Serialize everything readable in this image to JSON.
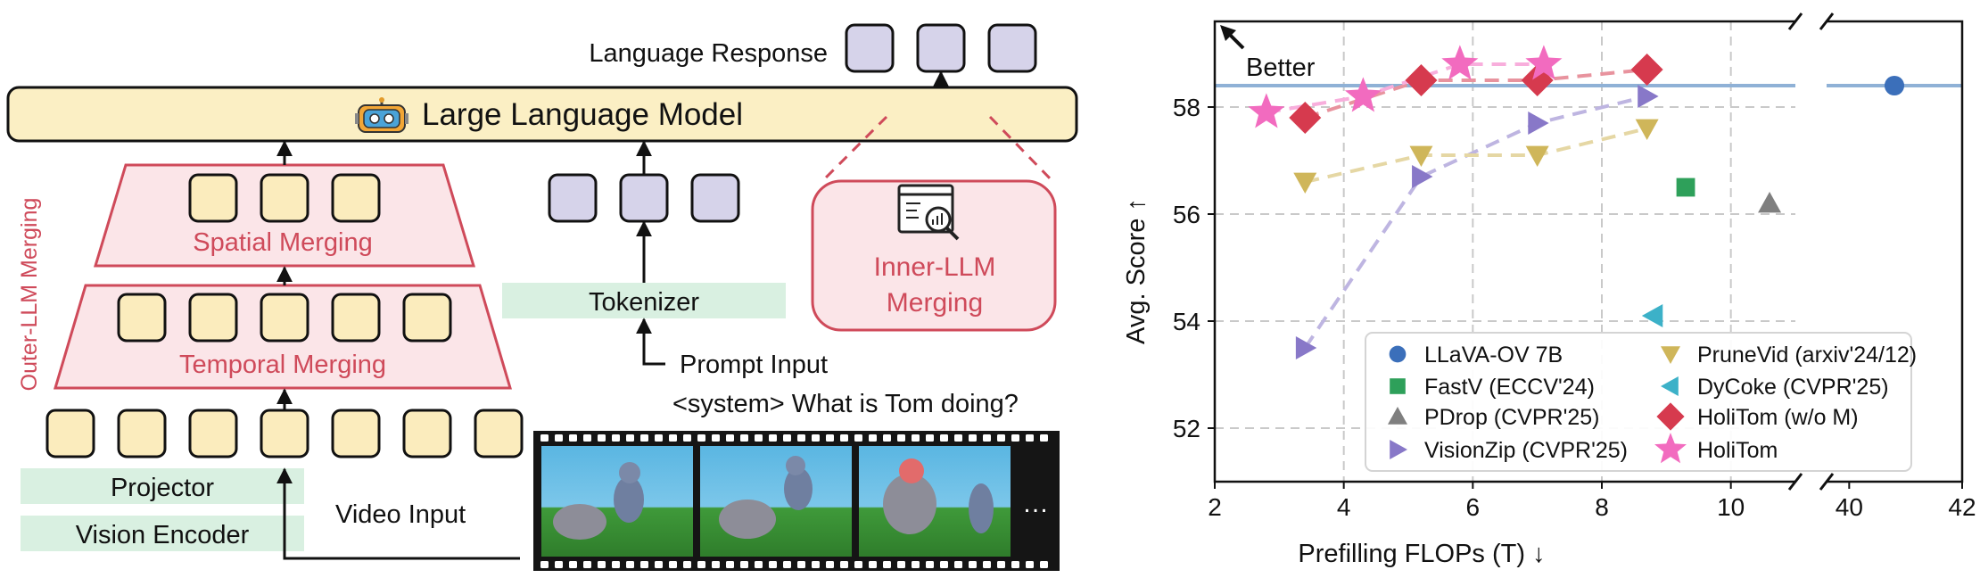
{
  "diagram": {
    "language_response": "Language Response",
    "llm_label": "Large Language Model",
    "side_label": "Outer-LLM Merging",
    "spatial_merging": "Spatial Merging",
    "temporal_merging": "Temporal Merging",
    "tokenizer": "Tokenizer",
    "inner_llm_line1": "Inner-LLM",
    "inner_llm_line2": "Merging",
    "prompt_input": "Prompt Input",
    "prompt_text": "<system> What is Tom doing?",
    "projector": "Projector",
    "vision_encoder": "Vision Encoder",
    "video_input": "Video Input",
    "film_more": "…",
    "icons": [
      "robot-icon",
      "data-analysis-icon",
      "film-strip"
    ],
    "colors": {
      "token_yellow": "#fbecbd",
      "token_purple": "#d6d3ea",
      "llm_fill": "#fbefc4",
      "merge_red": "#cf4a5a",
      "merge_fill": "#fbe5e8",
      "green_box": "#d9f0e1"
    }
  },
  "chart_data": {
    "type": "scatter",
    "title": "",
    "xlabel": "Prefilling  FLOPs (T) ↓",
    "ylabel": "Avg. Score ↑",
    "annotation": "Better",
    "x_ticks_left": [
      2,
      4,
      6,
      8,
      10
    ],
    "x_ticks_right": [
      40,
      42
    ],
    "xlim_left": [
      2,
      11.0
    ],
    "xlim_right": [
      39.6,
      42
    ],
    "y_ticks": [
      52,
      54,
      56,
      58
    ],
    "ylim": [
      51.0,
      59.6
    ],
    "grid": true,
    "legend_position": "bottom-right",
    "reference_line_y": 58.4,
    "series": [
      {
        "name": "LLaVA-OV 7B",
        "marker": "circle",
        "color": "#3b6fba",
        "connected": false,
        "points": [
          [
            40.8,
            58.4
          ]
        ]
      },
      {
        "name": "FastV (ECCV'24)",
        "marker": "square",
        "color": "#2ea05a",
        "connected": false,
        "points": [
          [
            9.3,
            56.5
          ]
        ]
      },
      {
        "name": "PDrop (CVPR'25)",
        "marker": "triangle-up",
        "color": "#7f7f7f",
        "connected": false,
        "points": [
          [
            10.6,
            56.2
          ]
        ]
      },
      {
        "name": "VisionZip (CVPR'25)",
        "marker": "triangle-right",
        "color": "#8878c8",
        "connected": true,
        "points": [
          [
            3.4,
            53.5
          ],
          [
            5.2,
            56.7
          ],
          [
            7.0,
            57.7
          ],
          [
            8.7,
            58.2
          ]
        ]
      },
      {
        "name": "PruneVid (arxiv'24/12)",
        "marker": "triangle-down",
        "color": "#cfb65a",
        "connected": true,
        "points": [
          [
            3.4,
            56.6
          ],
          [
            5.2,
            57.1
          ],
          [
            7.0,
            57.1
          ],
          [
            8.7,
            57.6
          ]
        ]
      },
      {
        "name": "DyCoke (CVPR'25)",
        "marker": "triangle-left",
        "color": "#3cb1c8",
        "connected": false,
        "points": [
          [
            8.8,
            54.1
          ]
        ]
      },
      {
        "name": "HoliTom (w/o M)",
        "marker": "diamond",
        "color": "#d63a4e",
        "connected": true,
        "points": [
          [
            3.4,
            57.8
          ],
          [
            5.2,
            58.5
          ],
          [
            7.0,
            58.5
          ],
          [
            8.7,
            58.7
          ]
        ]
      },
      {
        "name": "HoliTom",
        "marker": "star",
        "color": "#f26bbf",
        "connected": true,
        "points": [
          [
            2.8,
            57.9
          ],
          [
            4.3,
            58.2
          ],
          [
            5.8,
            58.8
          ],
          [
            7.1,
            58.8
          ]
        ]
      }
    ]
  }
}
